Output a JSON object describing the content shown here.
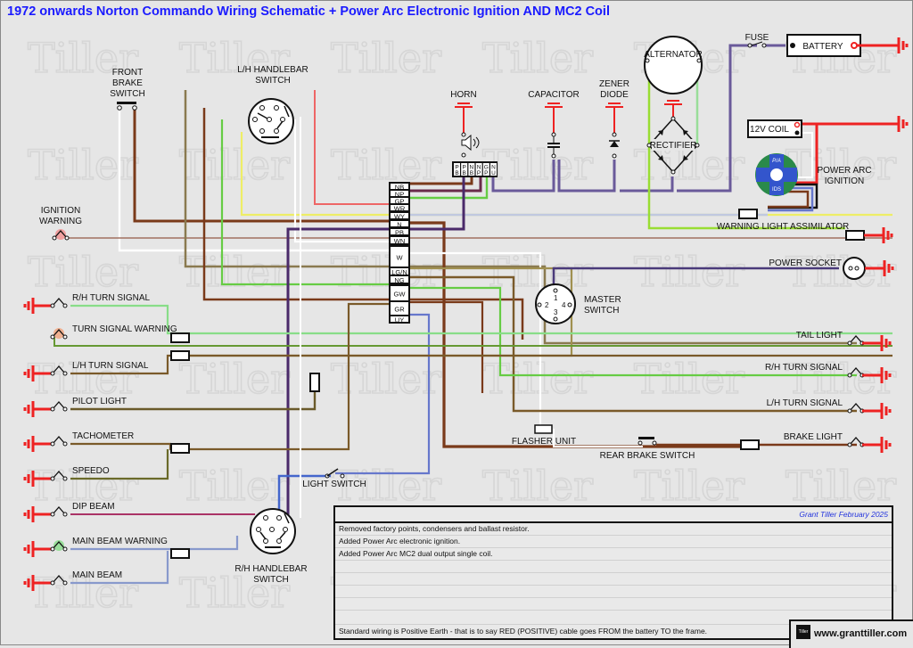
{
  "title": "1972 onwards Norton Commando Wiring Schematic + Power Arc Electronic Ignition AND MC2 Coil",
  "colors": {
    "title": "#1a1aff",
    "positive_red": "#ee2222",
    "brown": "#7a3a1a",
    "purple": "#4a2a6a",
    "green": "#66cc44",
    "white": "#ffffff",
    "yellow": "#eeee66",
    "blue": "#6677cc",
    "red": "#ee6666",
    "olive": "#8a7a50"
  },
  "components": {
    "front_brake_switch": [
      "FRONT",
      "BRAKE",
      "SWITCH"
    ],
    "lh_handlebar_switch": [
      "L/H HANDLEBAR",
      "SWITCH"
    ],
    "rh_handlebar_switch": [
      "R/H HANDLEBAR",
      "SWITCH"
    ],
    "ignition_warning": [
      "IGNITION",
      "WARNING"
    ],
    "horn": "HORN",
    "capacitor": "CAPACITOR",
    "zener_diode": [
      "ZENER",
      "DIODE"
    ],
    "alternator": "ALTERNATOR",
    "rectifier": "RECTIFIER",
    "fuse": "FUSE",
    "battery": "BATTERY",
    "coil": "12V COIL",
    "power_arc": [
      "POWER ARC",
      "IGNITION"
    ],
    "power_arc_badge_top": "P/A",
    "power_arc_badge_bottom": "IDS",
    "warning_light_assimilator": "WARNING LIGHT ASSIMILATOR",
    "power_socket": "POWER SOCKET",
    "master_switch": [
      "MASTER",
      "SWITCH"
    ],
    "master_switch_pins": [
      "1",
      "2",
      "3",
      "4"
    ],
    "flasher_unit": "FLASHER UNIT",
    "rear_brake_switch": "REAR BRAKE SWITCH",
    "light_switch": "LIGHT SWITCH"
  },
  "left_lamps": [
    "R/H TURN SIGNAL",
    "TURN SIGNAL WARNING",
    "L/H TURN SIGNAL",
    "PILOT LIGHT",
    "TACHOMETER",
    "SPEEDO",
    "DIP BEAM",
    "MAIN BEAM WARNING",
    "MAIN BEAM"
  ],
  "right_lamps": [
    "TAIL LIGHT",
    "R/H TURN SIGNAL",
    "L/H TURN SIGNAL",
    "BRAKE LIGHT"
  ],
  "harness_codes": [
    "NB",
    "NP",
    "GP",
    "WR",
    "WY",
    "N",
    "PB",
    "WN",
    "W",
    "LG/N",
    "NG",
    "GW",
    "GR",
    "UY"
  ],
  "horn_connector_codes": [
    [
      "P",
      "B"
    ],
    [
      "P",
      "B"
    ],
    [
      "N",
      "B"
    ],
    [
      "N",
      "P"
    ],
    [
      "G",
      "P"
    ],
    [
      "N",
      "U"
    ]
  ],
  "notes": {
    "author": "Grant Tiller February 2025",
    "lines": [
      "Removed factory points, condensers and ballast resistor.",
      "Added Power Arc electronic ignition.",
      "Added Power Arc MC2 dual output single coil."
    ],
    "footer": "Standard wiring is Positive Earth - that is to say RED (POSITIVE) cable goes FROM the battery TO the frame."
  },
  "logo_text": "Tiller",
  "website": "www.granttiller.com",
  "watermark": "Tiller"
}
